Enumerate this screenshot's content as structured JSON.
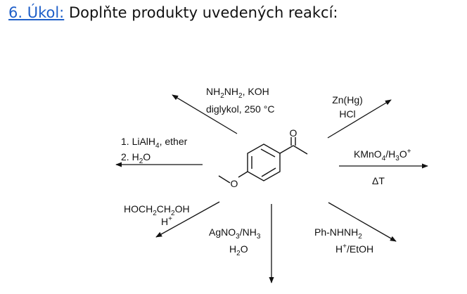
{
  "header": {
    "task_label": "6. Úkol:",
    "task_text": " Doplňte produkty uvedených reakcí:"
  },
  "molecule": {
    "carbonyl_oxygen": "O",
    "methoxy_oxygen": "O"
  },
  "reactions": {
    "hydrazine": {
      "l1": {
        "a": "NH",
        "s1": "2",
        "b": "NH",
        "s2": "2",
        "c": ", KOH"
      },
      "l2": "diglykol, 250 °C"
    },
    "clemmensen": {
      "l1": "Zn(Hg)",
      "l2": "HCl"
    },
    "lialh4": {
      "l1": {
        "a": "1. LiAlH",
        "s1": "4",
        "b": ", ether"
      },
      "l2": {
        "a": "2. H",
        "s1": "2",
        "b": "O"
      }
    },
    "kmno4": {
      "l1": {
        "a": "KMnO",
        "s1": "4",
        "b": "/H",
        "s2": "3",
        "c": "O",
        "sup": "+"
      },
      "l2": "ΔT"
    },
    "ethyleneglycol": {
      "l1": {
        "a": "HOCH",
        "s1": "2",
        "b": "CH",
        "s2": "2",
        "c": "OH"
      },
      "l2": {
        "a": "H",
        "sup": "+"
      }
    },
    "tollens": {
      "l1": {
        "a": "AgNO",
        "s1": "3",
        "b": "/NH",
        "s2": "3"
      },
      "l2": {
        "a": "H",
        "s1": "2",
        "b": "O"
      }
    },
    "phenylhydrazine": {
      "l1": {
        "a": "Ph-NHNH",
        "s1": "2"
      },
      "l2": {
        "a": "H",
        "sup": "+",
        "b": "/EtOH"
      }
    }
  }
}
